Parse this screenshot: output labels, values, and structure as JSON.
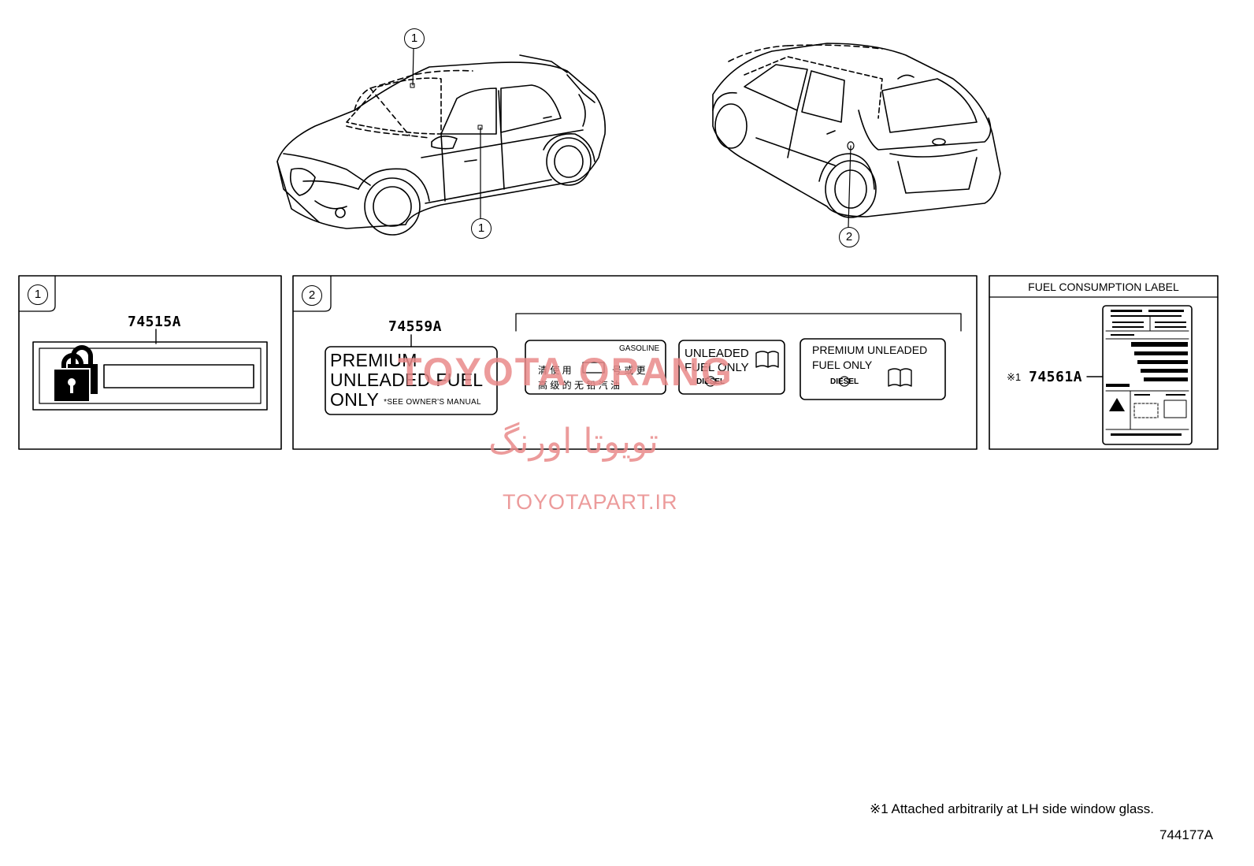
{
  "callouts": {
    "one": "1",
    "two": "2"
  },
  "panel1": {
    "part_number": "74515A"
  },
  "panel2": {
    "part_number": "74559A",
    "label_premium": [
      "PREMIUM",
      "UNLEADED FUEL",
      "ONLY"
    ],
    "label_premium_note": "*SEE OWNER'S MANUAL",
    "label_gasoline_title": "GASOLINE",
    "label_gasoline_line1": "清 使 用",
    "label_gasoline_line1b": "号 或 更",
    "label_gasoline_line2": "高 级 的 无 铅 汽 油",
    "label_unleaded": [
      "UNLEADED",
      "FUEL ONLY"
    ],
    "label_unleaded_diesel": "DIESEL",
    "label_premium_unleaded": "PREMIUM  UNLEADED",
    "label_premium_unleaded2": "FUEL ONLY",
    "label_premium_diesel": "DIESEL"
  },
  "panel3": {
    "title": "FUEL CONSUMPTION LABEL",
    "note_mark": "※1",
    "part_number": "74561A"
  },
  "watermark": {
    "brand": "TOYOTA ORANG",
    "persian": "تویوتا اورنگ",
    "url": "TOYOTAPART.IR"
  },
  "footer": {
    "note": "※1  Attached arbitrarily at LH side window glass.",
    "diagram_id": "744177A"
  }
}
